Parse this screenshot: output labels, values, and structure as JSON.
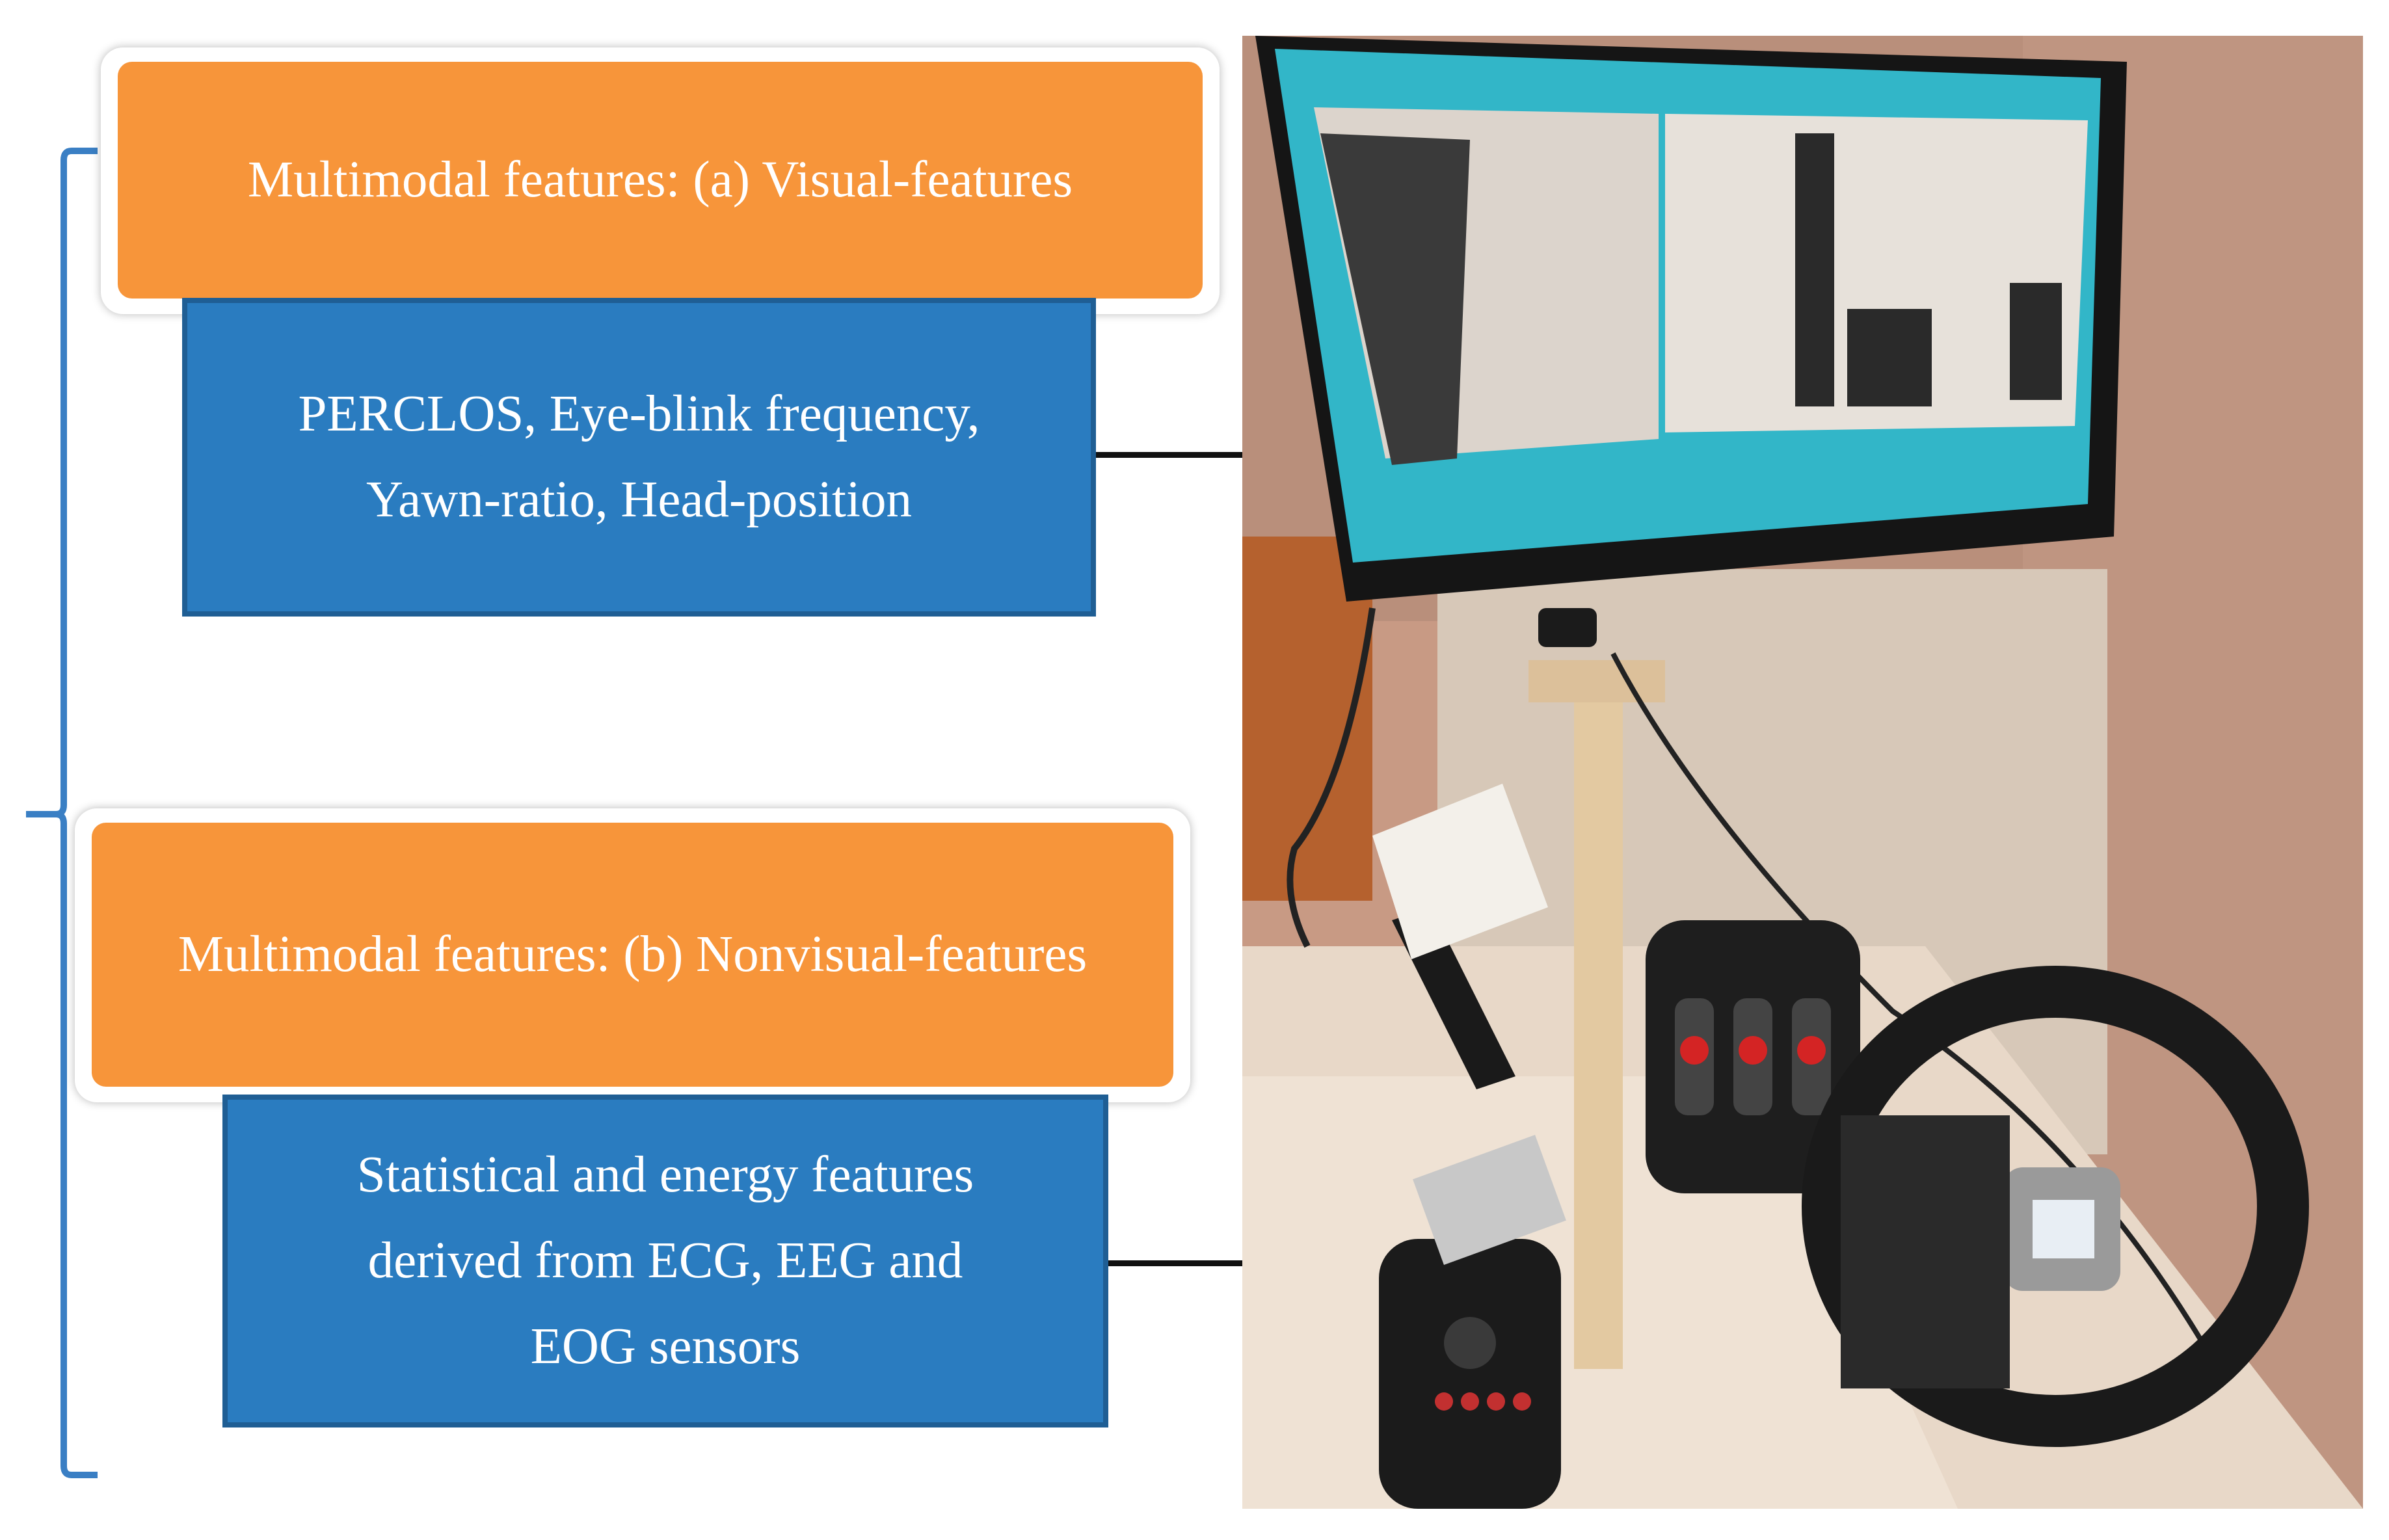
{
  "visual": {
    "title": "Multimodal features: (a) Visual-features",
    "lines": [
      "PERCLOS, Eye-blink frequency,",
      "Yawn-ratio, Head-position"
    ]
  },
  "nonvisual": {
    "title": "Multimodal features: (b) Nonvisual-features",
    "lines": [
      "Statistical and energy features",
      "derived from ECG, EEG and",
      "EOG sensors"
    ]
  },
  "colors": {
    "orange": "#f7953a",
    "blue": "#2a7cc0",
    "blue_border": "#1f5e94",
    "brace": "#3a7fc4"
  },
  "photo": {
    "icon": "driving-simulator-photo"
  }
}
